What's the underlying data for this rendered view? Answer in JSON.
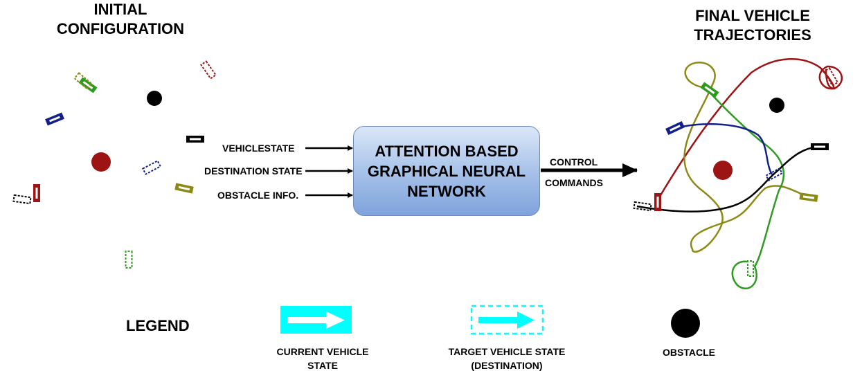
{
  "initial_configuration": {
    "title": "INITIAL\nCONFIGURATION"
  },
  "final_trajectories": {
    "title": "FINAL VEHICLE\nTRAJECTORIES"
  },
  "inputs": {
    "vehicle_state": "VEHICLESTATE",
    "destination_state": "DESTINATION STATE",
    "obstacle_info": "OBSTACLE INFO."
  },
  "network": {
    "label": "ATTENTION BASED\nGRAPHICAL NEURAL\nNETWORK",
    "gradient_top": "#dbe7f7",
    "gradient_bottom": "#7fa3dc"
  },
  "output": {
    "line1": "CONTROL",
    "line2": "COMMANDS"
  },
  "legend": {
    "title": "LEGEND",
    "current_vehicle_state": "CURRENT VEHICLE\nSTATE",
    "target_vehicle_state": "TARGET VEHICLE STATE\n(DESTINATION)",
    "obstacle": "OBSTACLE",
    "accent_color": "#00ffff"
  },
  "vehicle_colors": {
    "green": "#2e9a1f",
    "olive": "#8c8a14",
    "navy": "#12208c",
    "red": "#9c1414",
    "black": "#000000"
  },
  "obstacle_colors": {
    "black": "#000000",
    "red": "#9c1414"
  }
}
